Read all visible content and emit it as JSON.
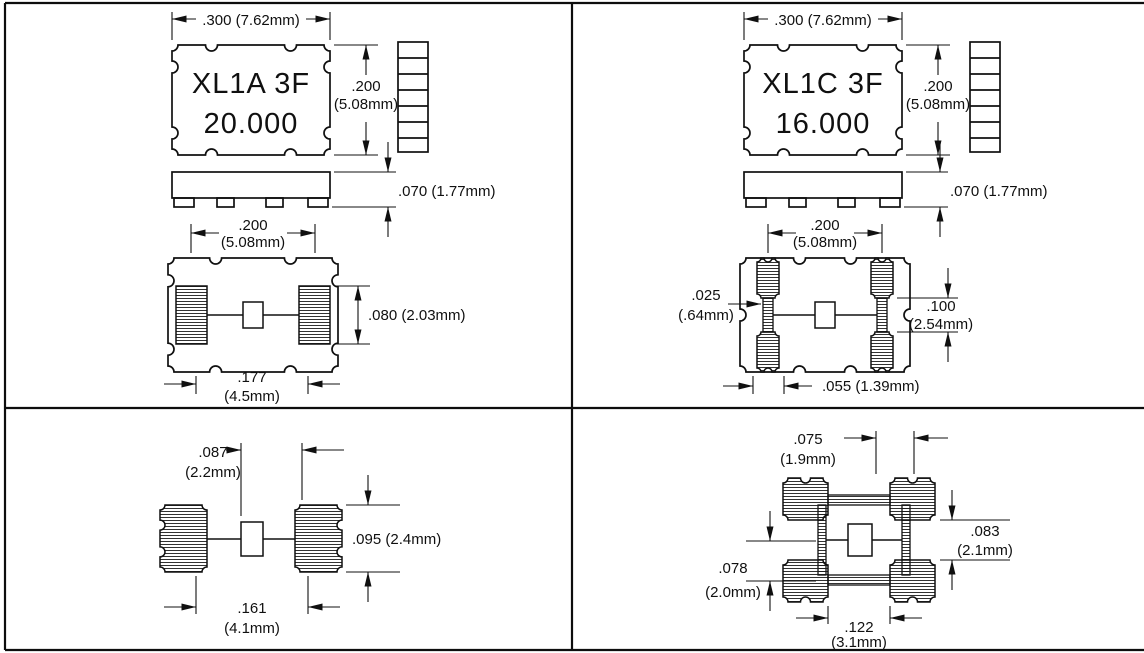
{
  "drawing": {
    "top_left": {
      "part_line1": "XL1A 3F",
      "part_line2": "20.000",
      "dim_body_width": ".300 (7.62mm)",
      "dim_body_height_in": ".200",
      "dim_body_height_mm": "(5.08mm)",
      "dim_thickness": ".070 (1.77mm)",
      "dim_pad_pitch_in": ".200",
      "dim_pad_pitch_mm": "(5.08mm)",
      "dim_pad_height": ".080 (2.03mm)",
      "dim_pad_span_in": ".177",
      "dim_pad_span_mm": "(4.5mm)"
    },
    "top_right": {
      "part_line1": "XL1C 3F",
      "part_line2": "16.000",
      "dim_body_width": ".300 (7.62mm)",
      "dim_body_height_in": ".200",
      "dim_body_height_mm": "(5.08mm)",
      "dim_thickness": ".070 (1.77mm)",
      "dim_pad_pitch_in": ".200",
      "dim_pad_pitch_mm": "(5.08mm)",
      "dim_pad_width_in": ".025",
      "dim_pad_width_mm": "(.64mm)",
      "dim_pad_gap_in": ".100",
      "dim_pad_gap_mm": "(2.54mm)",
      "dim_pad_length": ".055 (1.39mm)"
    },
    "bottom_left": {
      "dim_top_in": ".087",
      "dim_top_mm": "(2.2mm)",
      "dim_right": ".095 (2.4mm)",
      "dim_bottom_in": ".161",
      "dim_bottom_mm": "(4.1mm)"
    },
    "bottom_right": {
      "dim_top_in": ".075",
      "dim_top_mm": "(1.9mm)",
      "dim_right_in": ".083",
      "dim_right_mm": "(2.1mm)",
      "dim_left_in": ".078",
      "dim_left_mm": "(2.0mm)",
      "dim_bottom_in": ".122",
      "dim_bottom_mm": "(3.1mm)"
    }
  }
}
